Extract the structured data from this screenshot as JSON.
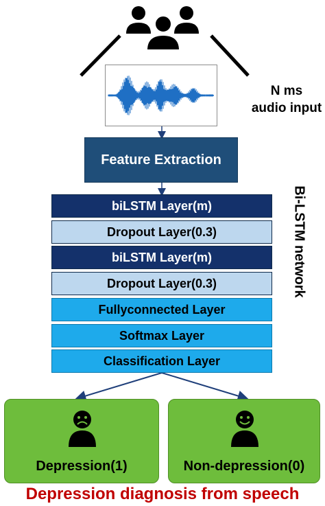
{
  "input": {
    "icon": "group-of-people-icon",
    "audio_label_line1": "N ms",
    "audio_label_line2": "audio input"
  },
  "feature_extraction": {
    "label": "Feature Extraction"
  },
  "network": {
    "side_label": "Bi-LSTM network",
    "layers": [
      {
        "label": "biLSTM Layer(m)",
        "style": "dark"
      },
      {
        "label": "Dropout Layer(0.3)",
        "style": "light"
      },
      {
        "label": "biLSTM Layer(m)",
        "style": "dark"
      },
      {
        "label": "Dropout Layer(0.3)",
        "style": "light"
      },
      {
        "label": "Fullyconnected Layer",
        "style": "cyan"
      },
      {
        "label": "Softmax Layer",
        "style": "cyan"
      },
      {
        "label": "Classification Layer",
        "style": "cyan"
      }
    ]
  },
  "outputs": [
    {
      "label": "Depression(1)",
      "icon": "sad-person-icon"
    },
    {
      "label": "Non-depression(0)",
      "icon": "happy-person-icon"
    }
  ],
  "caption": "Depression diagnosis from speech",
  "colors": {
    "feature_box": "#1f4e79",
    "bilstm": "#14316b",
    "dropout": "#bdd7ee",
    "dense": "#1eaaeb",
    "outcome": "#6ebd3c",
    "caption": "#c00000",
    "waveform": "#1f6fc4"
  }
}
